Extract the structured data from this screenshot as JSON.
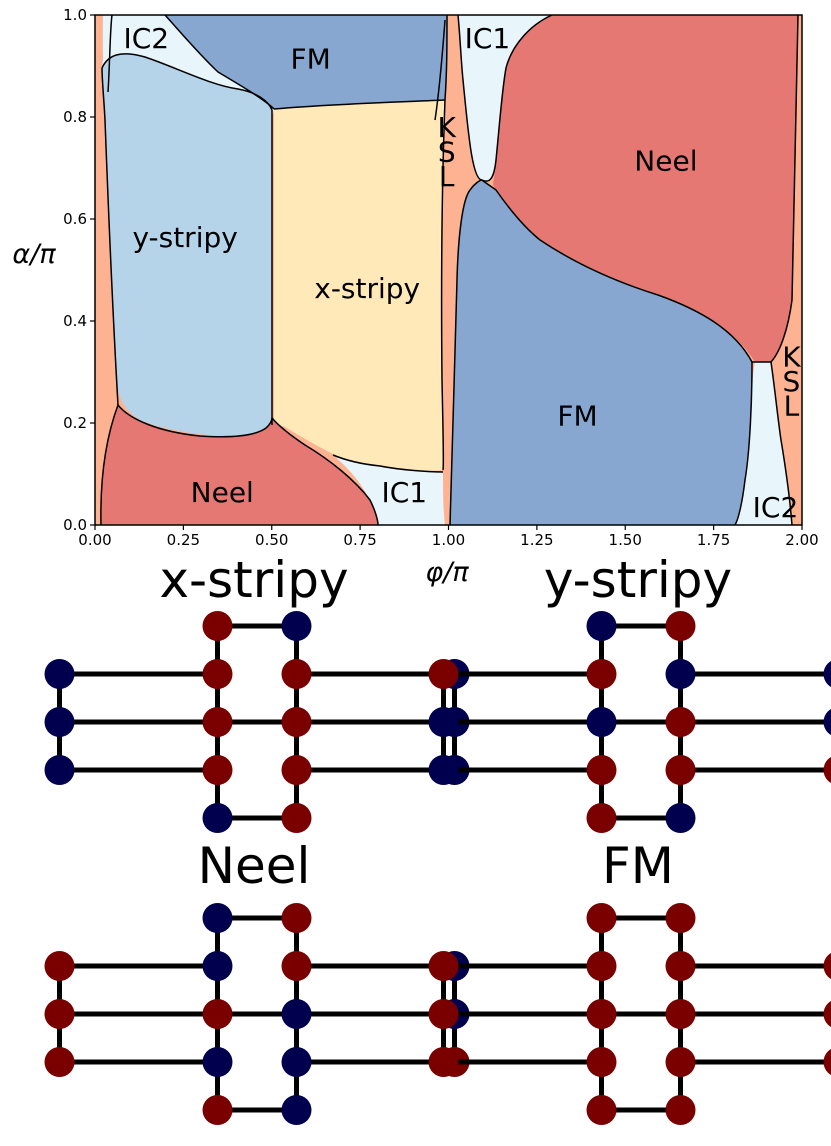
{
  "colors": {
    "FM": "#87a7d1",
    "Neel": "#e67873",
    "x-stripy": "#ffe9b8",
    "y-stripy": "#b6d4e9",
    "IC1": "#e8f5fb",
    "IC2": "#e8f5fb",
    "KSL": "#fdb292",
    "spin_up": "#7a0000",
    "spin_down": "#00004e"
  },
  "phase_diagram": {
    "x_label": "φ/π",
    "y_label": "α/π",
    "x_ticks": [
      "0.00",
      "0.25",
      "0.50",
      "0.75",
      "1.00",
      "1.25",
      "1.50",
      "1.75",
      "2.00"
    ],
    "y_ticks": [
      "0.0",
      "0.2",
      "0.4",
      "0.6",
      "0.8",
      "1.0"
    ],
    "xlim": [
      0,
      2
    ],
    "ylim": [
      0,
      1
    ],
    "region_labels": [
      {
        "text": "IC2",
        "x": 0.145,
        "y": 0.955
      },
      {
        "text": "FM",
        "x": 0.61,
        "y": 0.915
      },
      {
        "text": "IC1",
        "x": 1.11,
        "y": 0.955
      },
      {
        "text": "K",
        "x": 0.995,
        "y": 0.78
      },
      {
        "text": "S",
        "x": 0.995,
        "y": 0.732
      },
      {
        "text": "L",
        "x": 0.995,
        "y": 0.684
      },
      {
        "text": "Neel",
        "x": 1.615,
        "y": 0.715
      },
      {
        "text": "y-stripy",
        "x": 0.255,
        "y": 0.565
      },
      {
        "text": "x-stripy",
        "x": 0.77,
        "y": 0.465
      },
      {
        "text": "FM",
        "x": 1.365,
        "y": 0.215
      },
      {
        "text": "K",
        "x": 1.97,
        "y": 0.33
      },
      {
        "text": "S",
        "x": 1.97,
        "y": 0.282
      },
      {
        "text": "L",
        "x": 1.97,
        "y": 0.234
      },
      {
        "text": "Neel",
        "x": 0.36,
        "y": 0.065
      },
      {
        "text": "IC1",
        "x": 0.875,
        "y": 0.065
      },
      {
        "text": "IC2",
        "x": 1.925,
        "y": 0.035
      }
    ]
  },
  "lattices": [
    {
      "title": "x-stripy",
      "spins": "udduudduudduudduuddu"
    },
    {
      "title": "y-stripy",
      "spins": "duuuddddudduuuudddud"
    },
    {
      "title": "Neel",
      "spins": "duududuuddudduuduudu"
    },
    {
      "title": "FM",
      "spins": "uuuuuuuuuuuuuuuuuuuu"
    }
  ]
}
